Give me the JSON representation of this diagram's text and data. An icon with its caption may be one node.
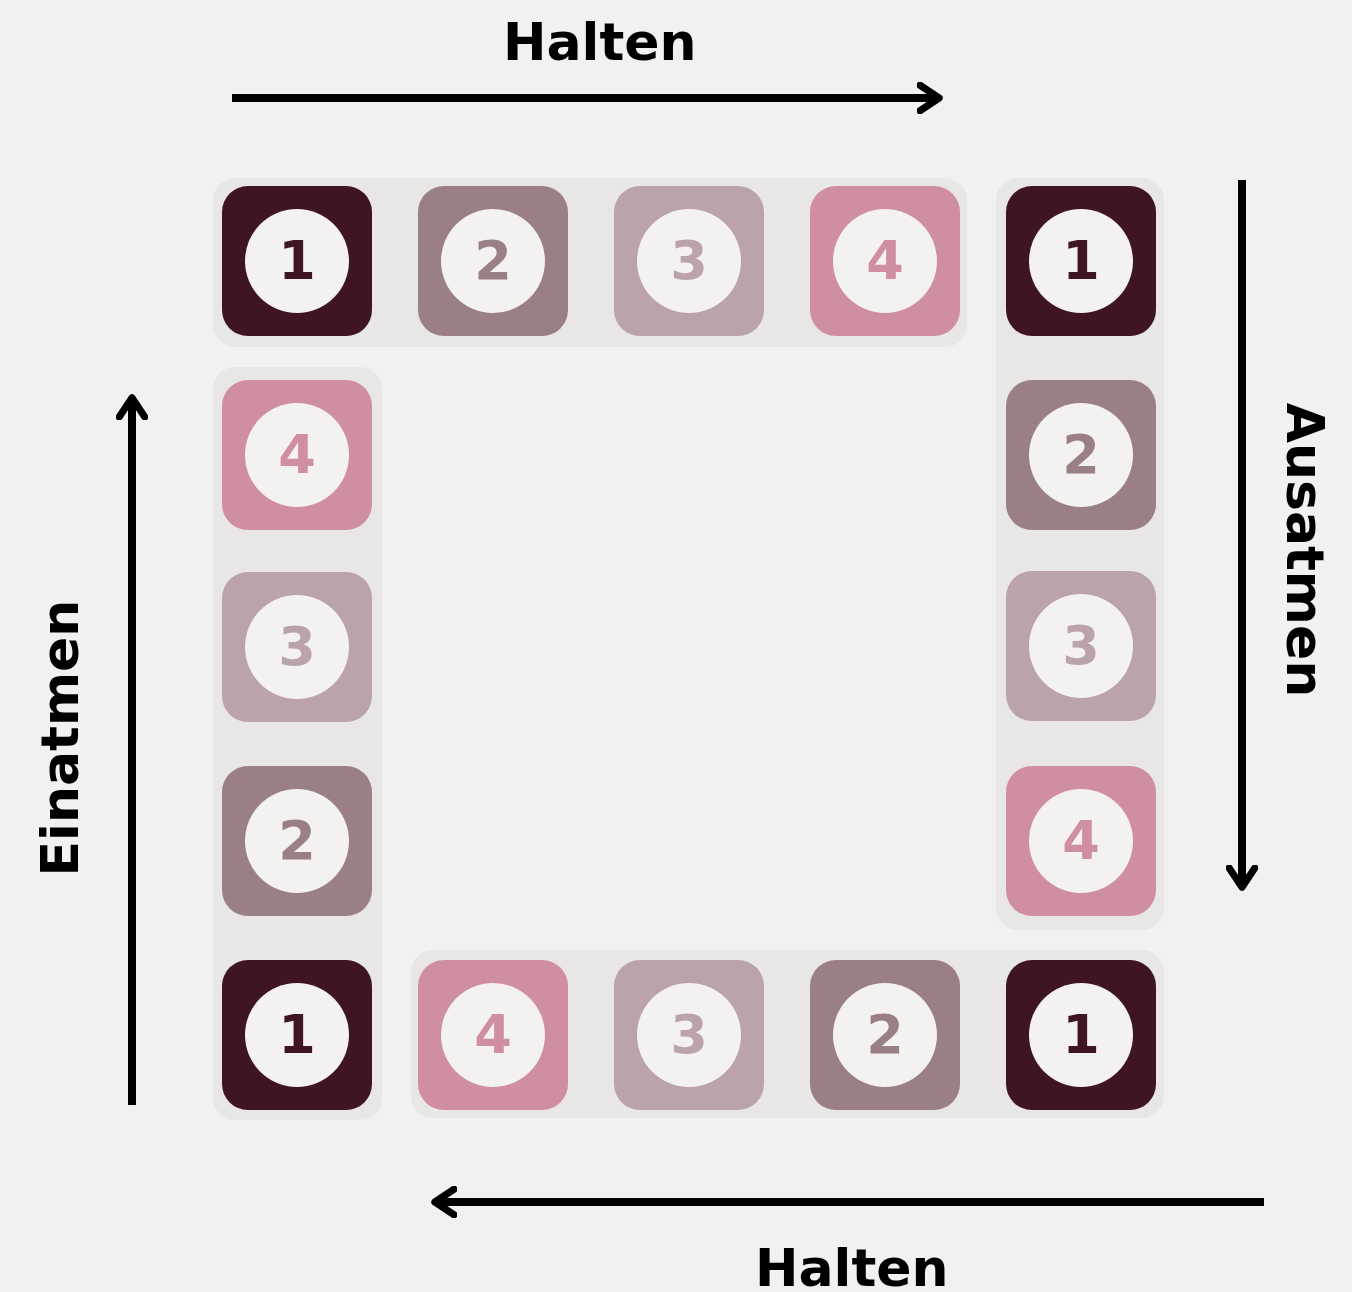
{
  "diagram": {
    "nodes": [
      {
        "text": [],
        "shape": "bar"
      },
      {
        "text": [
          "1"
        ],
        "in": 0
      },
      {
        "text": [
          "2"
        ],
        "in": 0
      },
      {
        "text": [
          "3"
        ],
        "in": 0
      },
      {
        "text": [
          "4"
        ],
        "in": 0
      },
      {
        "text": [],
        "shape": "bar"
      },
      {
        "text": [
          "1"
        ],
        "in": 5
      },
      {
        "text": [
          "2"
        ],
        "in": 5
      },
      {
        "text": [
          "3"
        ],
        "in": 5
      },
      {
        "text": [
          "4"
        ],
        "in": 5
      },
      {
        "text": [],
        "shape": "bar"
      },
      {
        "text": [
          "4"
        ],
        "in": 10
      },
      {
        "text": [
          "3"
        ],
        "in": 10
      },
      {
        "text": [
          "2"
        ],
        "in": 10
      },
      {
        "text": [
          "1"
        ],
        "in": 10
      },
      {
        "text": [],
        "shape": "bar"
      },
      {
        "text": [
          "4"
        ],
        "in": 15
      },
      {
        "text": [
          "3"
        ],
        "in": 15
      },
      {
        "text": [
          "2"
        ],
        "in": 15
      },
      {
        "text": [
          "1"
        ],
        "in": 15
      }
    ],
    "edges": [],
    "labels": [
      "Halten",
      "Ausatmen",
      "Einatmen",
      "Halten"
    ]
  }
}
